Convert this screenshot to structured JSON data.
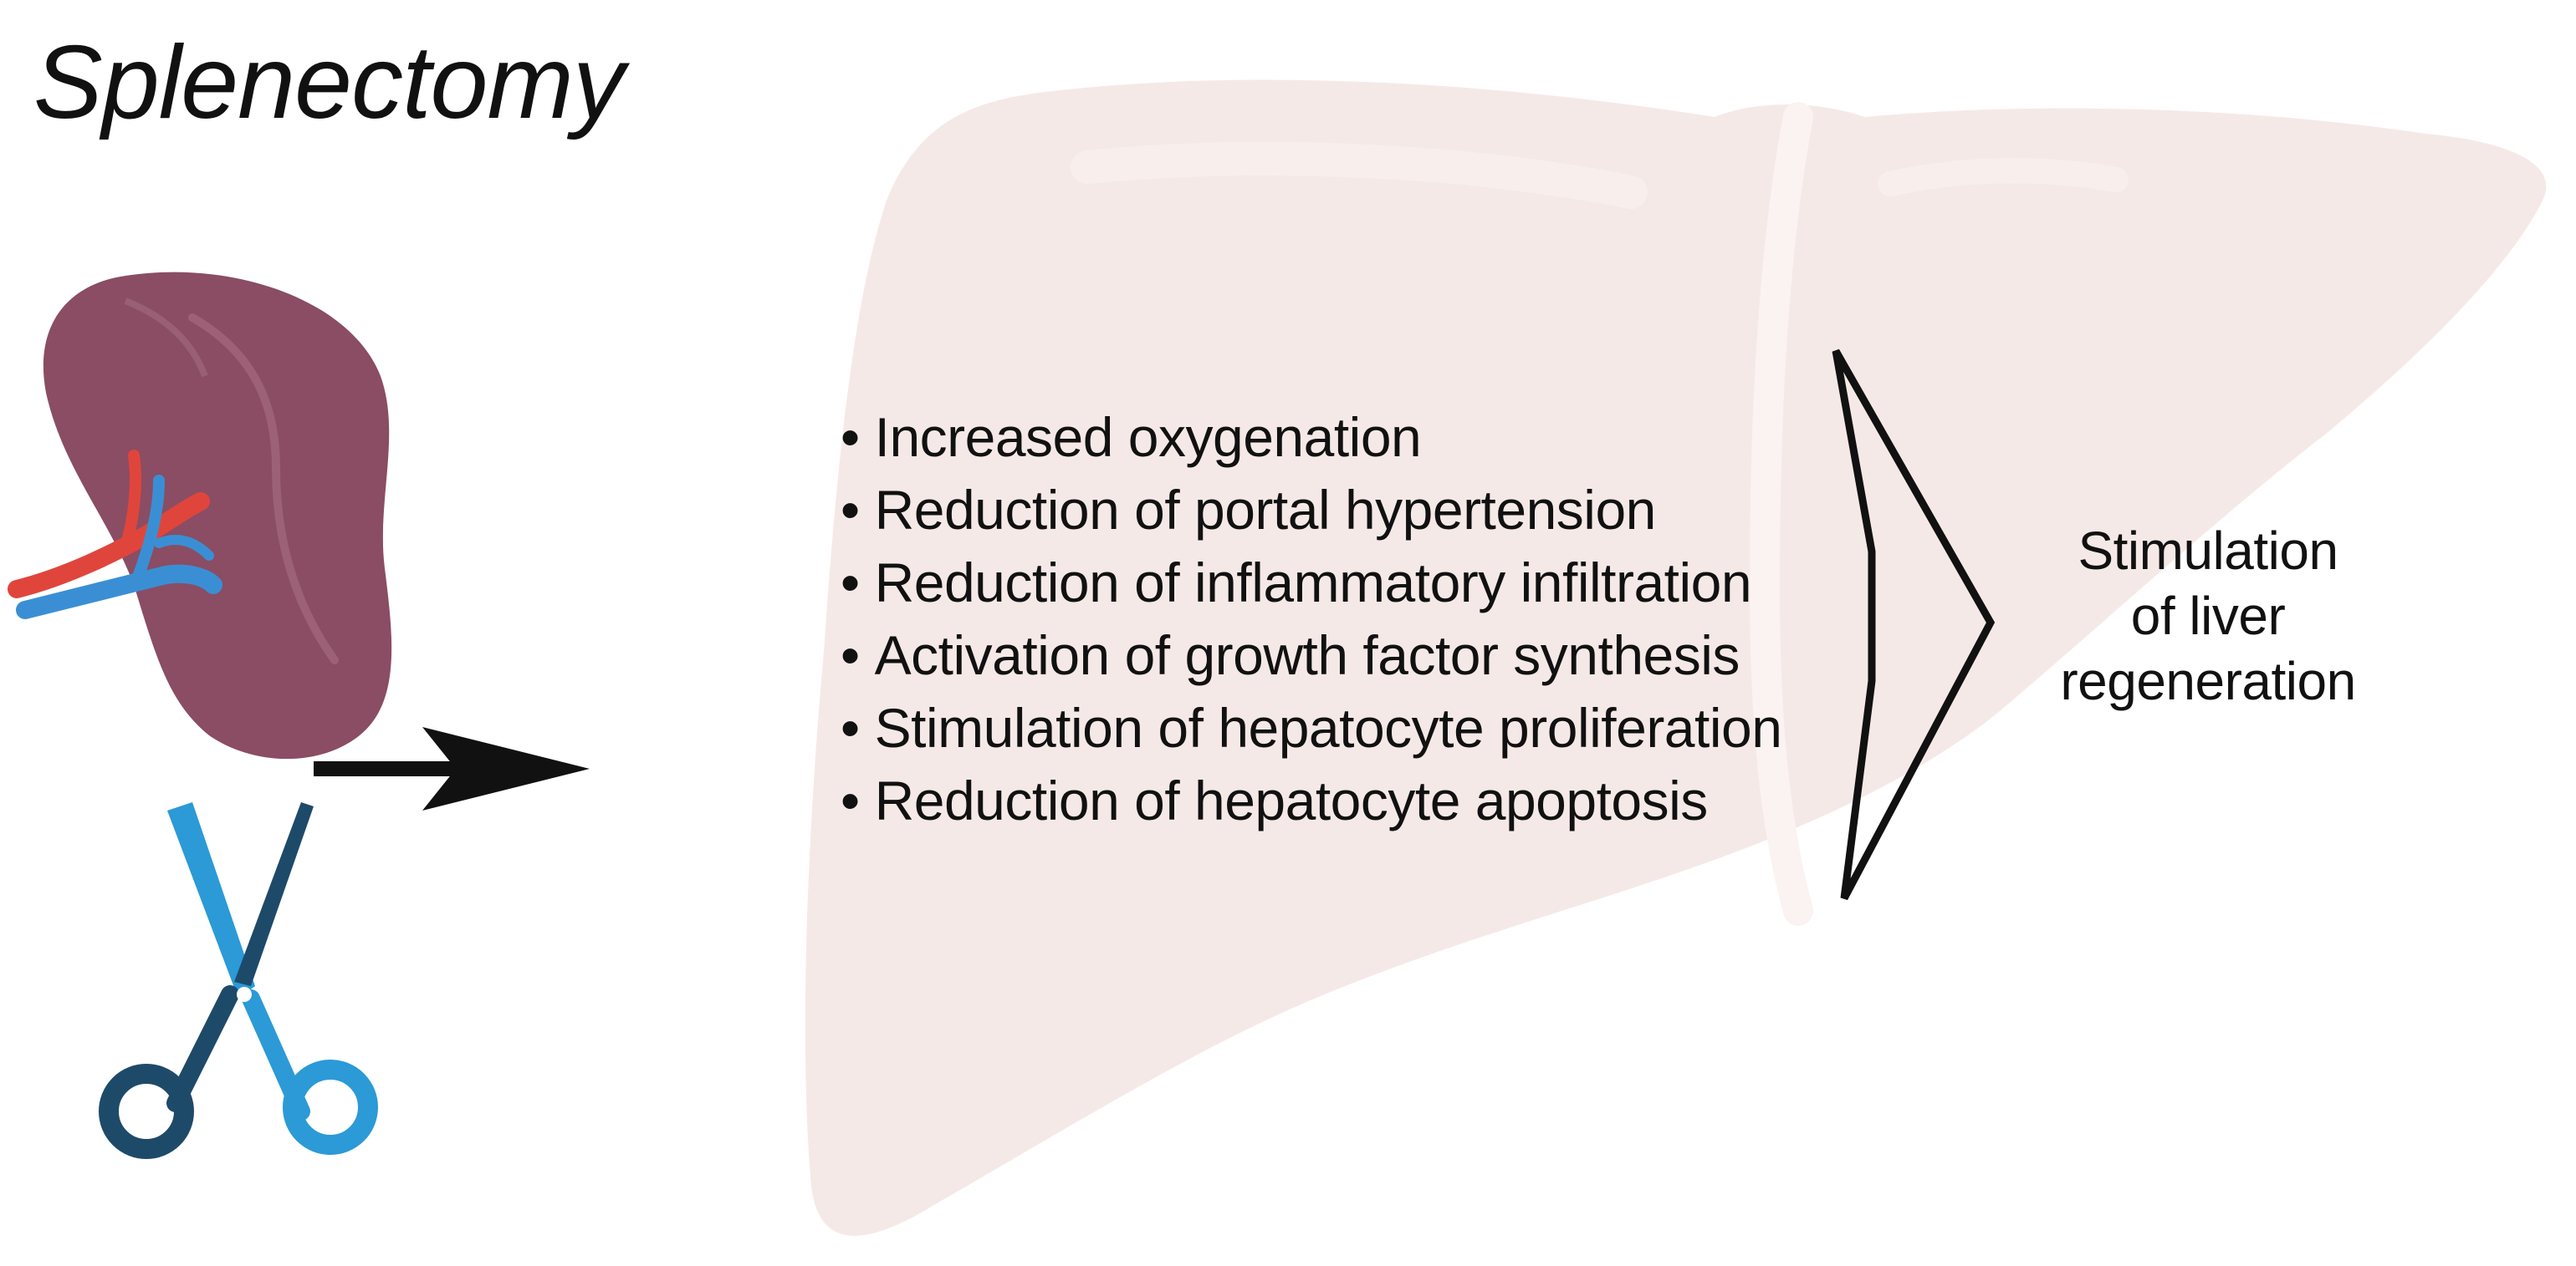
{
  "title": "Splenectomy",
  "effects": [
    "Increased oxygenation",
    "Reduction of portal hypertension",
    "Reduction of inflammatory infiltration",
    "Activation of growth factor synthesis",
    "Stimulation of hepatocyte proliferation",
    "Reduction of hepatocyte apoptosis"
  ],
  "outcome_lines": [
    "Stimulation",
    "of liver",
    "regeneration"
  ],
  "colors": {
    "liver": "#f5e8e6",
    "spleen": "#8a4d63",
    "artery": "#e0453c",
    "vein": "#3a8fd4",
    "scissors_light": "#2b9ad6",
    "scissors_dark": "#1e4a6a",
    "arrow": "#111111"
  },
  "icons": [
    "spleen-icon",
    "scissors-icon",
    "right-arrow-icon",
    "chevron-arrow-icon",
    "liver-illustration"
  ]
}
